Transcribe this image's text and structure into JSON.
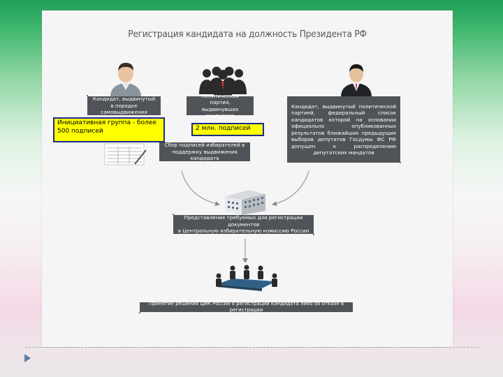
{
  "title": "Регистрация кандидата на должность Президента РФ",
  "boxes": {
    "self_nominated": "Кандидат, выдвинутый\nв порядке самовыдвижения",
    "party": "Политическая партия,\nвыдвинувшая кандидата",
    "party_candidate": "Кандидат, выдвинутый политической партией, федеральный список кандидатов которой на основании официально опубликованных результатов ближайших предыдущих выборов депутатов Госдумы ФС РФ допущен к распределению депутатских мандатов",
    "signatures": "Сбор подписей избирателей в\nподдержку выдвижения кандидата",
    "submission": "Представление требуемых для регистрации документов\nв Центральную избирательную комиссию России",
    "decision": "Принятие решения ЦИК России о регистрации кандидата либо об отказе в регистрации"
  },
  "callouts": {
    "initiative_group": "Инициативная группа - более 500  подписей",
    "party_signatures": "2 млн. подписей"
  },
  "colors": {
    "box_bg": "#505458",
    "callout_bg": "#ffff00",
    "callout_border": "#1a2b8c",
    "accent_green": "#1f9e5a"
  }
}
